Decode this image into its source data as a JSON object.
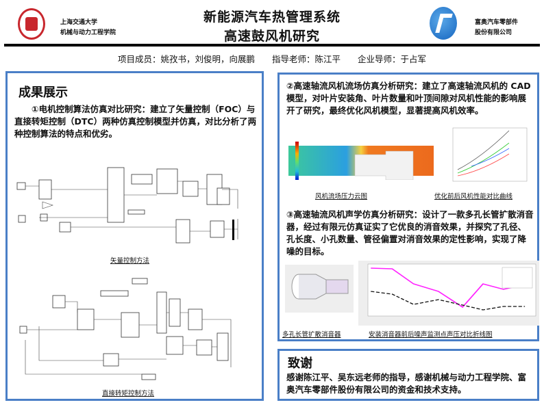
{
  "header": {
    "university": "上海交通大学",
    "school": "机械与动力工程学院",
    "title_line1": "新能源汽车热管理系统",
    "title_line2": "高速鼓风机研究",
    "company_line1": "富奥汽车零部件",
    "company_line2": "股份有限公司",
    "members": "项目成员：姚孜书，刘俊明，向展鹏　　指导老师：陈江平　　企业导师：于占军"
  },
  "left": {
    "heading": "成果展示",
    "para1": "①电机控制算法仿真对比研究：建立了矢量控制（FOC）与直接转矩控制（DTC）两种仿真控制模型并仿真，对比分析了两种控制算法的特点和优劣。",
    "cap_foc": "矢量控制方法",
    "cap_dtc": "直接转矩控制方法"
  },
  "right": {
    "para2": "②高速轴流风机流场仿真分析研究：建立了高速轴流风机的 CAD 模型，对叶片安装角、叶片数量和叶顶间隙对风机性能的影响展开了研究，最终优化风机模型，显著提高风机效率。",
    "cap_pressure": "风机流场压力云图",
    "cap_curve": "优化前后风机性能对比曲线",
    "para3": "③高速轴流风机声学仿真分析研究：设计了一款多孔长管扩散消音器，经过有限元仿真证实了它优良的消音效果，并探究了孔径、孔长度、小孔数量、管径偏置对消音效果的定性影响，实现了降噪的目标。",
    "cap_muffler": "多孔长管扩散消音器",
    "cap_noise": "安装消音器前后噪声监测点声压对比折线图"
  },
  "thanks": {
    "heading": "致谢",
    "text": "感谢陈江平、吴东远老师的指导，感谢机械与动力工程学院、富奥汽车零部件股份有限公司的资金和技术支持。"
  },
  "colors": {
    "border": "#4a7fc7",
    "magenta": "#ff22ff"
  }
}
